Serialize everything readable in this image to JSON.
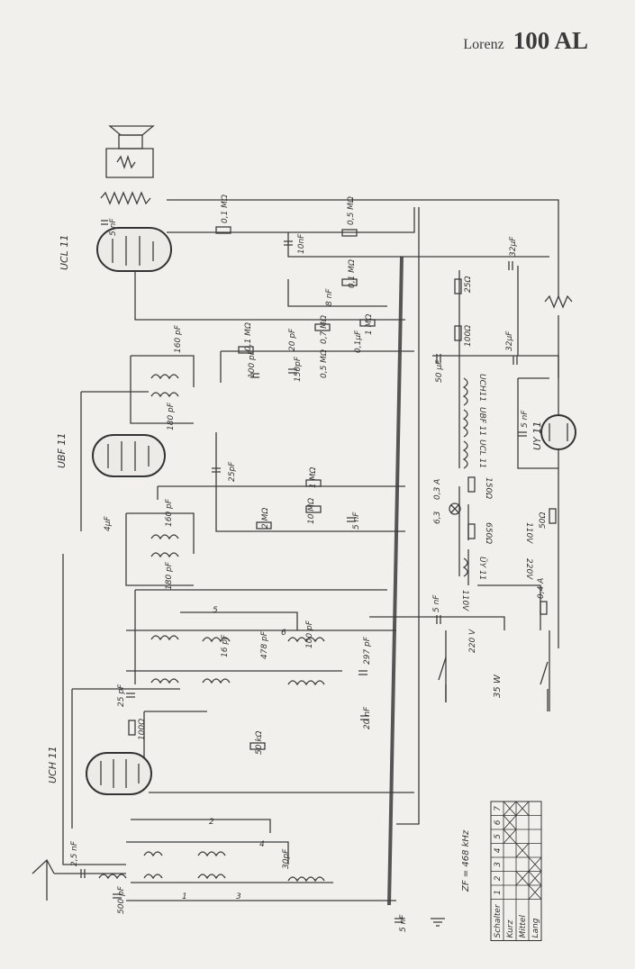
{
  "header": {
    "brand": "Lorenz",
    "model": "100 AL"
  },
  "tubes": [
    "UCL 11",
    "UBF 11",
    "UCH 11",
    "UY 11"
  ],
  "chain": [
    "UCH11",
    "UBF 11",
    "UCL 11",
    "150Ω",
    "650Ω",
    "ŨY 11"
  ],
  "bulb": {
    "voltage": "6,3",
    "current": "0,3 A"
  },
  "notes": {
    "if": "ZF = 468 kHz",
    "power": "35 W"
  },
  "switch_table": {
    "header": [
      "Schalter",
      "1",
      "2",
      "3",
      "4",
      "5",
      "6",
      "7"
    ],
    "rows": [
      "Kurz",
      "Mittel",
      "Lang"
    ],
    "marks": [
      [
        0,
        0,
        0,
        0,
        1,
        1,
        1
      ],
      [
        0,
        1,
        0,
        1,
        0,
        0,
        1
      ],
      [
        1,
        1,
        1,
        0,
        0,
        0,
        0
      ]
    ]
  },
  "labels": [
    {
      "id": "c5nf-out",
      "text": "5 nF"
    },
    {
      "id": "r01-top",
      "text": "0,1 MΩ"
    },
    {
      "id": "r05-top",
      "text": "0,5 MΩ"
    },
    {
      "id": "c10nf",
      "text": "10nF"
    },
    {
      "id": "c32uf-a",
      "text": "32µF"
    },
    {
      "id": "r25",
      "text": "25Ω"
    },
    {
      "id": "r01b",
      "text": "0,1 MΩ"
    },
    {
      "id": "c8nf",
      "text": "8 nF"
    },
    {
      "id": "r100",
      "text": "100Ω"
    },
    {
      "id": "c160-a",
      "text": "160 pF"
    },
    {
      "id": "r01c",
      "text": "0,1 MΩ"
    },
    {
      "id": "c20pf",
      "text": "20 pF"
    },
    {
      "id": "r07",
      "text": "0,7 MΩ"
    },
    {
      "id": "r1a",
      "text": "1 MΩ"
    },
    {
      "id": "c01uf",
      "text": "0,1µF"
    },
    {
      "id": "c32uf-b",
      "text": "32µF"
    },
    {
      "id": "c100pf",
      "text": "100 pF"
    },
    {
      "id": "c150pf",
      "text": "150pF"
    },
    {
      "id": "r05b",
      "text": "0,5 MΩ"
    },
    {
      "id": "c50uf",
      "text": "50 µF"
    },
    {
      "id": "c180-a",
      "text": "180 pF"
    },
    {
      "id": "c5nf-b",
      "text": "5 nF"
    },
    {
      "id": "c25pf-a",
      "text": "25pF"
    },
    {
      "id": "r1b",
      "text": "1 MΩ"
    },
    {
      "id": "r2",
      "text": "2 MΩ"
    },
    {
      "id": "r10",
      "text": "10 MΩ"
    },
    {
      "id": "c5nf-c",
      "text": "5 nF"
    },
    {
      "id": "c160-b",
      "text": "160 pF"
    },
    {
      "id": "v110",
      "text": "110V"
    },
    {
      "id": "r50",
      "text": "50Ω"
    },
    {
      "id": "c180-b",
      "text": "180 pF"
    },
    {
      "id": "v220a",
      "text": "220V"
    },
    {
      "id": "c5nf-d",
      "text": "5 nF"
    },
    {
      "id": "v110b",
      "text": "110V"
    },
    {
      "id": "f04",
      "text": "0,4 A"
    },
    {
      "id": "v220b",
      "text": "220 V"
    },
    {
      "id": "sw5",
      "text": "5"
    },
    {
      "id": "sw6",
      "text": "6"
    },
    {
      "id": "c16",
      "text": "16 pF"
    },
    {
      "id": "c478",
      "text": "478 pF"
    },
    {
      "id": "c100b",
      "text": "100 pF"
    },
    {
      "id": "c297",
      "text": "297 pF"
    },
    {
      "id": "c25pf-b",
      "text": "25 pF"
    },
    {
      "id": "r100b",
      "text": "100Ω"
    },
    {
      "id": "c20nf",
      "text": "20 nF"
    },
    {
      "id": "r50k",
      "text": "50 kΩ"
    },
    {
      "id": "sw2",
      "text": "2"
    },
    {
      "id": "sw4",
      "text": "4"
    },
    {
      "id": "c30pf",
      "text": "30pF"
    },
    {
      "id": "c25nf",
      "text": "2,5 nF"
    },
    {
      "id": "c500",
      "text": "500 pF"
    },
    {
      "id": "sw1",
      "text": "1"
    },
    {
      "id": "sw3",
      "text": "3"
    },
    {
      "id": "c5nf-e",
      "text": "5 nF"
    },
    {
      "id": "c4uf",
      "text": "4µF"
    }
  ]
}
